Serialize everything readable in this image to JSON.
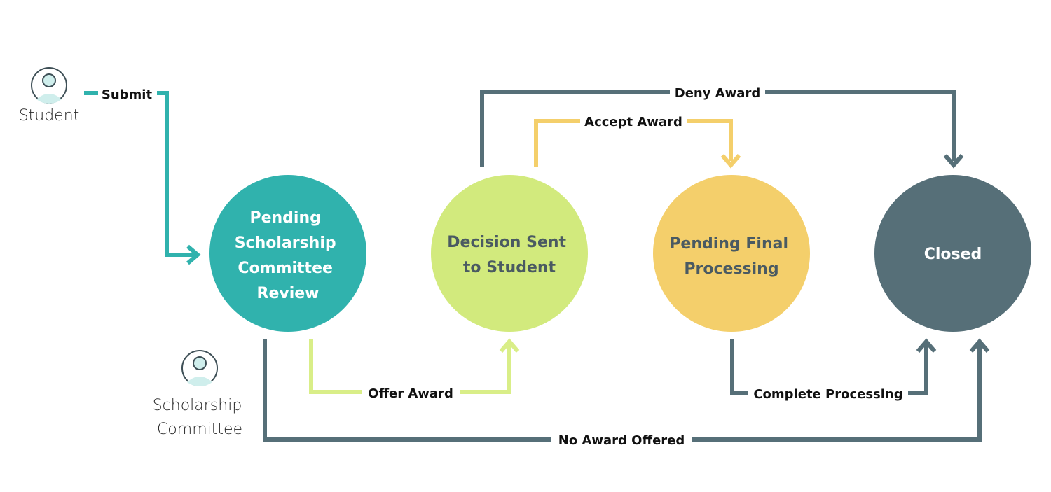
{
  "colors": {
    "teal": "#30b2ad",
    "lime": "#d2ea7d",
    "lime_line": "#d9ee88",
    "yellow": "#f4cf6b",
    "slate": "#566f78",
    "white_text": "#ffffff",
    "dark_text": "#4a5a62"
  },
  "actors": [
    {
      "id": "student",
      "name": "Student",
      "icon": "person-icon"
    },
    {
      "id": "committee",
      "name_lines": [
        "Scholarship",
        "Committee"
      ],
      "icon": "person-icon"
    }
  ],
  "states": [
    {
      "id": "pending-review",
      "lines": [
        "Pending",
        "Scholarship",
        "Committee",
        "Review"
      ]
    },
    {
      "id": "decision-sent",
      "lines": [
        "Decision Sent",
        "to Student"
      ]
    },
    {
      "id": "pending-final",
      "lines": [
        "Pending Final",
        "Processing"
      ]
    },
    {
      "id": "closed",
      "lines": [
        "Closed"
      ]
    }
  ],
  "transitions": [
    {
      "id": "submit",
      "label": "Submit",
      "from": "Student",
      "to": "Pending Scholarship Committee Review"
    },
    {
      "id": "offer-award",
      "label": "Offer Award",
      "from": "Pending Scholarship Committee Review",
      "to": "Decision Sent to Student"
    },
    {
      "id": "accept-award",
      "label": "Accept Award",
      "from": "Decision Sent to Student",
      "to": "Pending Final Processing"
    },
    {
      "id": "deny-award",
      "label": "Deny Award",
      "from": "Decision Sent to Student",
      "to": "Closed"
    },
    {
      "id": "complete-processing",
      "label": "Complete Processing",
      "from": "Pending Final Processing",
      "to": "Closed"
    },
    {
      "id": "no-award-offered",
      "label": "No Award Offered",
      "from": "Pending Scholarship Committee Review",
      "to": "Closed"
    }
  ]
}
